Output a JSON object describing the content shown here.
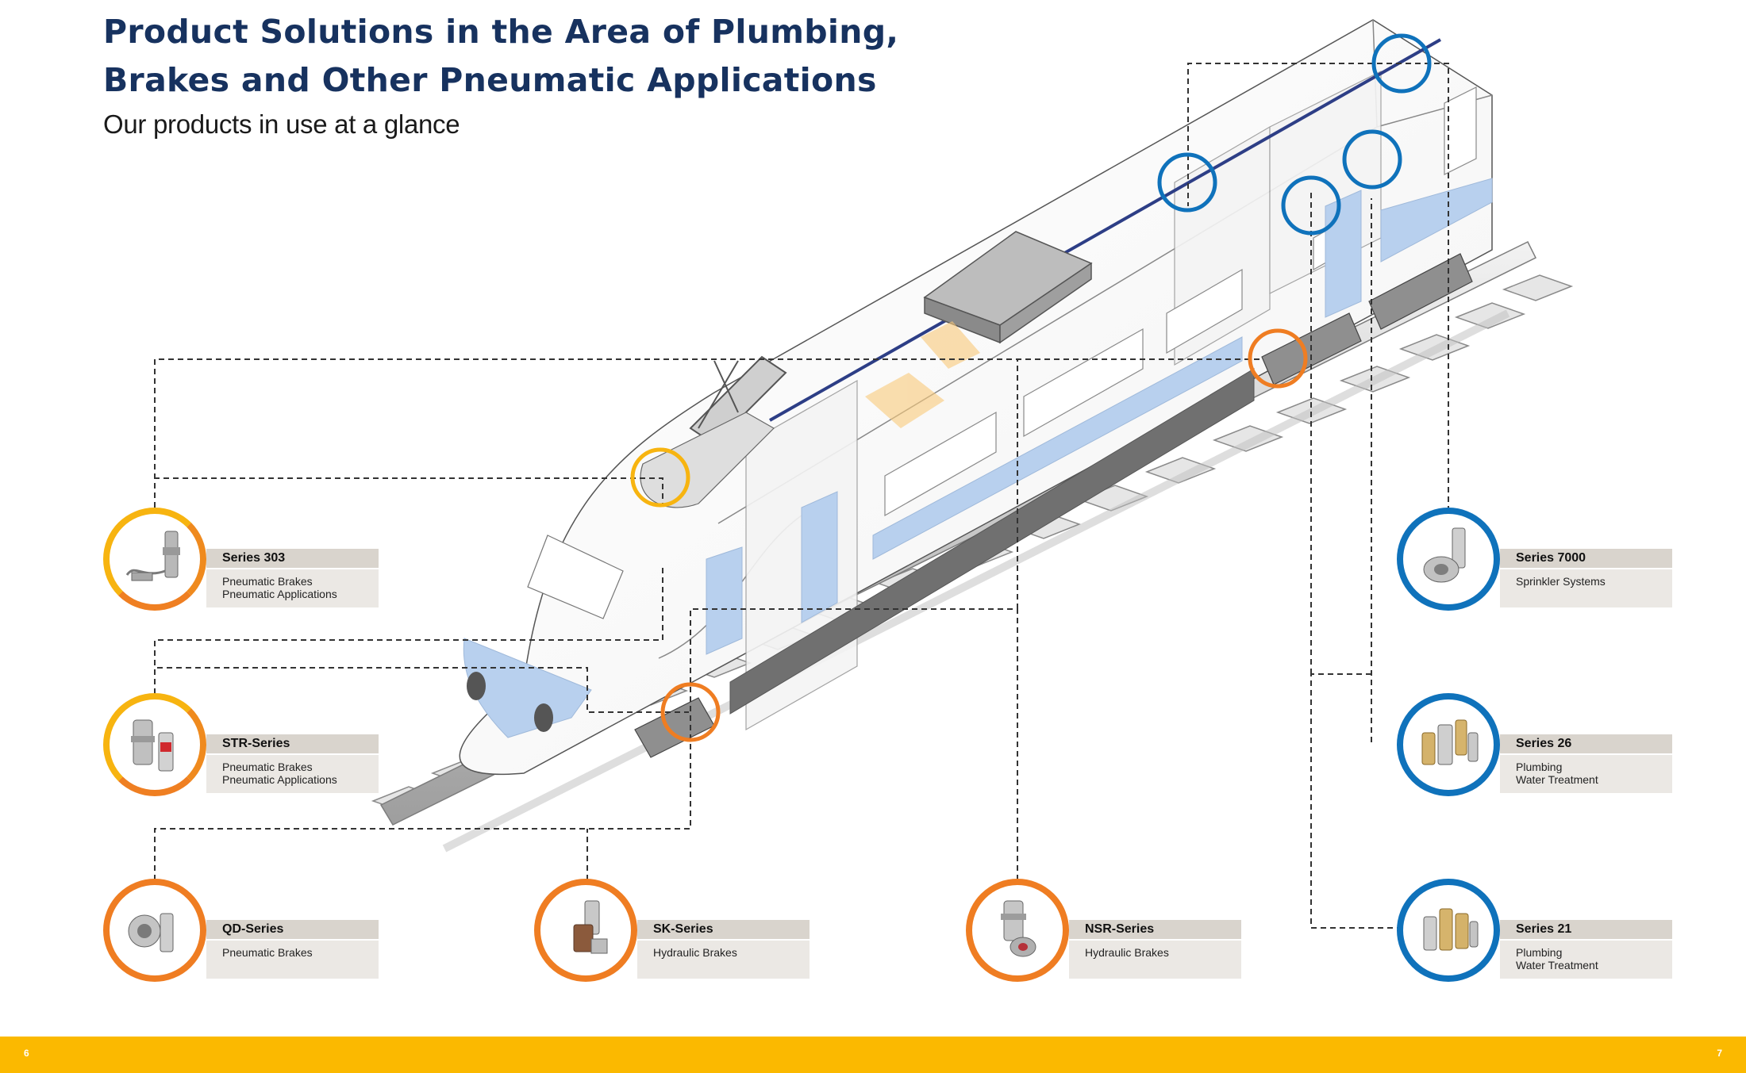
{
  "header": {
    "title_line1": "Product Solutions in the Area of Plumbing,",
    "title_line2": "Brakes and Other Pneumatic Applications",
    "subtitle": "Our products in use at a glance"
  },
  "products": [
    {
      "name": "Series 303",
      "lines": [
        "Pneumatic Brakes",
        "Pneumatic Applications"
      ],
      "color": "#f7b410",
      "icon": "coupling-with-cable-icon"
    },
    {
      "name": "STR-Series",
      "lines": [
        "Pneumatic Brakes",
        "Pneumatic Applications"
      ],
      "color": "#f7b410",
      "icon": "coupling-pair-icon"
    },
    {
      "name": "QD-Series",
      "lines": [
        "Pneumatic Brakes"
      ],
      "color": "#ef7d22",
      "icon": "quick-disconnect-icon"
    },
    {
      "name": "SK-Series",
      "lines": [
        "Hydraulic Brakes"
      ],
      "color": "#ef7d22",
      "icon": "hydraulic-coupling-icon"
    },
    {
      "name": "NSR-Series",
      "lines": [
        "Hydraulic Brakes"
      ],
      "color": "#ef7d22",
      "icon": "hydraulic-nipple-icon"
    },
    {
      "name": "Series 7000",
      "lines": [
        "Sprinkler Systems"
      ],
      "color": "#0f72bb",
      "icon": "sprinkler-coupling-icon"
    },
    {
      "name": "Series 26",
      "lines": [
        "Plumbing",
        "Water Treatment"
      ],
      "color": "#0f72bb",
      "icon": "brass-coupling-set-icon"
    },
    {
      "name": "Series 21",
      "lines": [
        "Plumbing",
        "Water Treatment"
      ],
      "color": "#0f72bb",
      "icon": "brass-coupling-set-icon"
    }
  ],
  "footer": {
    "page_left": "6",
    "page_right": "7",
    "color": "#fbb900"
  }
}
